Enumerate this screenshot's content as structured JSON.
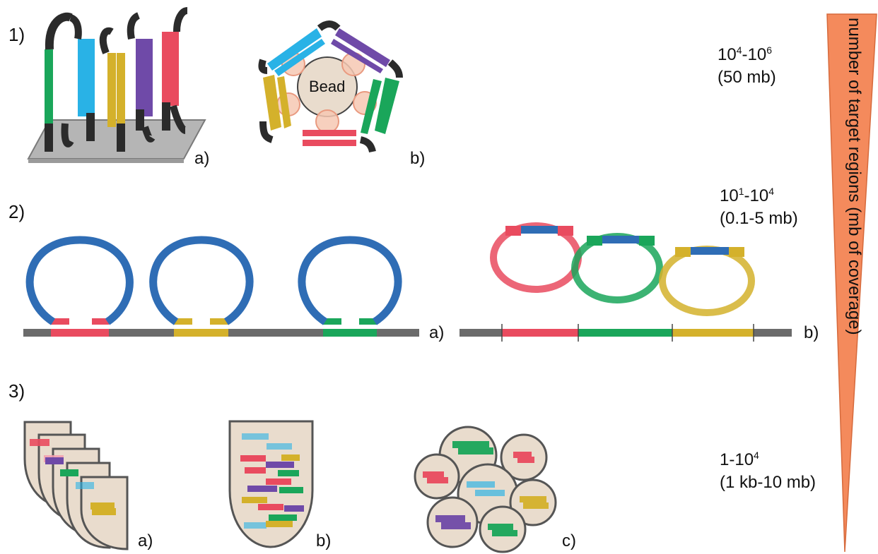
{
  "sections": {
    "s1": "1)",
    "s2": "2)",
    "s3": "3)"
  },
  "panel_labels": {
    "s1a": "a)",
    "s1b": "b)",
    "s2a": "a)",
    "s2b": "b)",
    "s3a": "a)",
    "s3b": "b)",
    "s3c": "c)"
  },
  "bead_label": "Bead",
  "coverage": {
    "c1_line1_base": "10",
    "c1_line1_exp1": "4",
    "c1_line1_mid": "-10",
    "c1_line1_exp2": "6",
    "c1_line2": "(50 mb)",
    "c2_line1_base": "10",
    "c2_line1_exp1": "1",
    "c2_line1_mid": "-10",
    "c2_line1_exp2": "4",
    "c2_line2": "(0.1-5 mb)",
    "c3_line1_base": "1-10",
    "c3_line1_exp": "4",
    "c3_line2": "(1 kb-10 mb)"
  },
  "axis_label": "number of target regions (mb of coverage)",
  "colors": {
    "red": "#e94b5f",
    "blue_light": "#29b2e6",
    "green": "#1aa65a",
    "yellow": "#d4b12b",
    "purple": "#6f4aa8",
    "dark_blue": "#2f6db5",
    "black": "#2b2b2b",
    "grey_line": "#6b6b6b",
    "wedge": "#f48a5c",
    "cell": "#e9dccd"
  }
}
